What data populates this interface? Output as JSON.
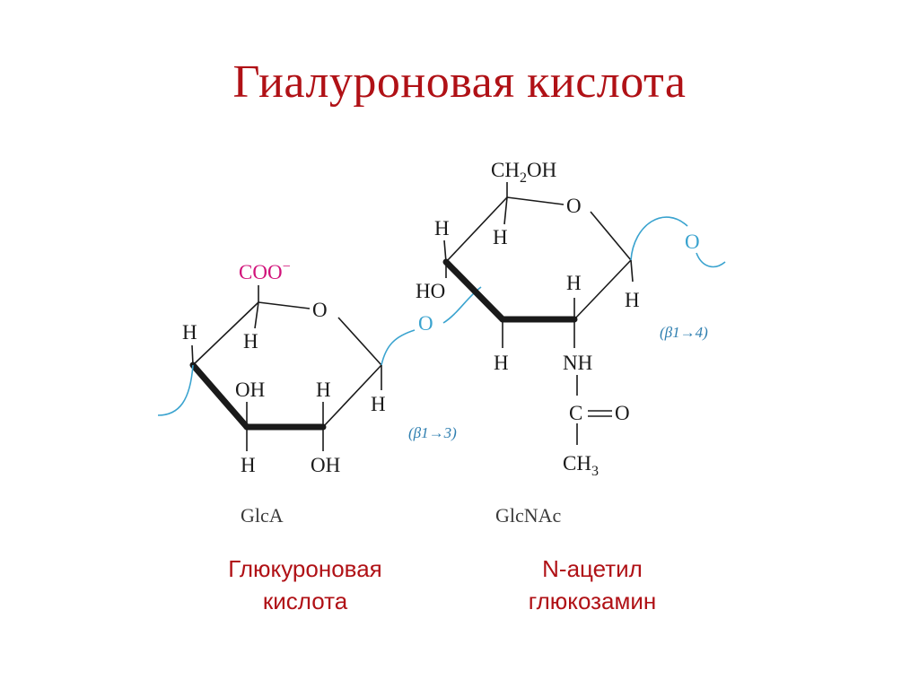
{
  "title": "Гиалуроновая кислота",
  "colors": {
    "title": "#b01116",
    "carboxyl": "#d1127a",
    "glycosidic": "#3aa3cf",
    "bond": "#1a1a1a"
  },
  "glca": {
    "carboxyl": "COO",
    "carboxyl_charge": "−",
    "ring_o": "O",
    "h_c5": "H",
    "h_c4_out": "H",
    "oh_c3": "OH",
    "h_c2_up": "H",
    "h_c1": "H",
    "h_c4_down": "H",
    "oh_c2": "OH",
    "name": "GlcA",
    "caption_line1": "Глюкуроновая",
    "caption_line2": "кислота"
  },
  "bridge_o": "O",
  "link_13": "(β1→3)",
  "glcnac": {
    "ch2oh_pre": "CH",
    "ch2oh_sub": "2",
    "ch2oh_post": "OH",
    "ring_o": "O",
    "h_c4_out": "H",
    "h_c5": "H",
    "ho_c4": "HO",
    "h_c2_up": "H",
    "h_c1": "H",
    "h_c3_down": "H",
    "nh": "NH",
    "co_c": "C",
    "co_o": "O",
    "ch3_pre": "CH",
    "ch3_sub": "3",
    "terminal_o": "O",
    "name": "GlcNAc",
    "caption_line1": "N-ацетил",
    "caption_line2": "глюкозамин"
  },
  "link_14": "(β1→4)"
}
